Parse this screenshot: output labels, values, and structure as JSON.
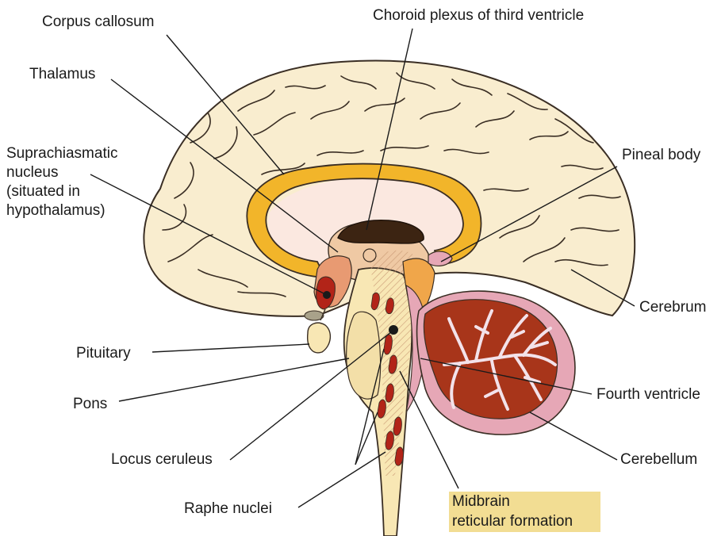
{
  "labels": {
    "corpus_callosum": "Corpus callosum",
    "choroid_plexus": "Choroid plexus of third ventricle",
    "thalamus": "Thalamus",
    "suprachiasmatic_1": "Suprachiasmatic",
    "suprachiasmatic_2": "nucleus",
    "suprachiasmatic_3": "(situated in",
    "suprachiasmatic_4": "hypothalamus)",
    "pineal_body": "Pineal body",
    "cerebrum": "Cerebrum",
    "pituitary": "Pituitary",
    "fourth_ventricle": "Fourth ventricle",
    "pons": "Pons",
    "cerebellum": "Cerebellum",
    "locus_ceruleus": "Locus ceruleus",
    "raphe_nuclei": "Raphe nuclei",
    "midbrain_1": "Midbrain",
    "midbrain_2": "reticular formation"
  },
  "colors": {
    "cortex": "#f9edcf",
    "corpus_callosum": "#f2b52a",
    "thalamus": "#efc9a4",
    "brainstem": "#f8e7b4",
    "cerebellum_outer": "#e6a7b6",
    "cerebellum_arbor": "#a8351a",
    "nuclei": "#b22418",
    "choroid": "#3c2412",
    "midbrain_highlight": "#f2dd93"
  }
}
